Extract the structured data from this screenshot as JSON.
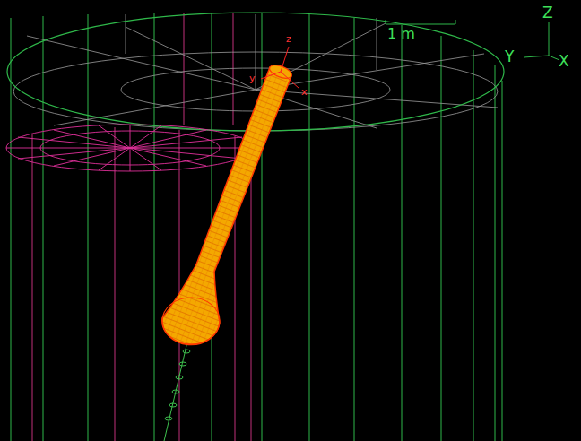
{
  "diagram": {
    "labels": [
      "1 m",
      "Z",
      "Y",
      "X",
      "z",
      "y",
      "x"
    ]
  }
}
